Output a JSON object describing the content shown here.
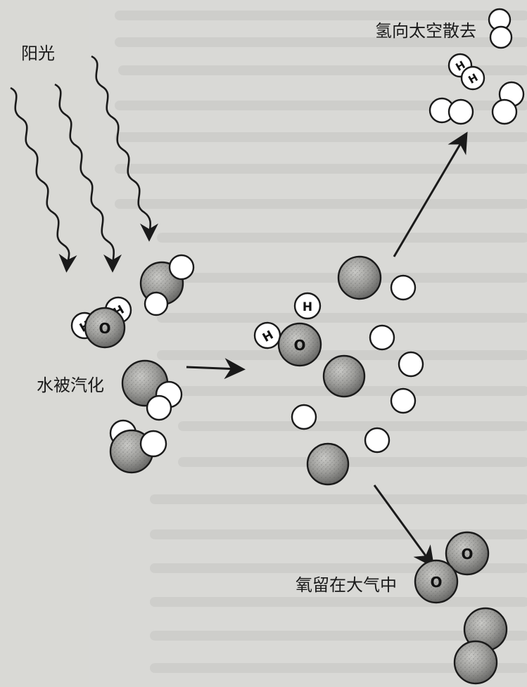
{
  "labels": {
    "sunlight": "阳光",
    "water_vaporized": "水被汽化",
    "hydrogen_to_space": "氢向太空散去",
    "oxygen_stays": "氧留在大气中"
  },
  "atoms": {
    "hydrogen_letter": "H",
    "oxygen_letter": "O"
  },
  "colors": {
    "background": "#d9d9d6",
    "ink": "#1a1a1a",
    "oxygen_fill": "#8a8a88",
    "hydrogen_fill": "#ffffff",
    "bleed_text": "#a9a9a6"
  }
}
